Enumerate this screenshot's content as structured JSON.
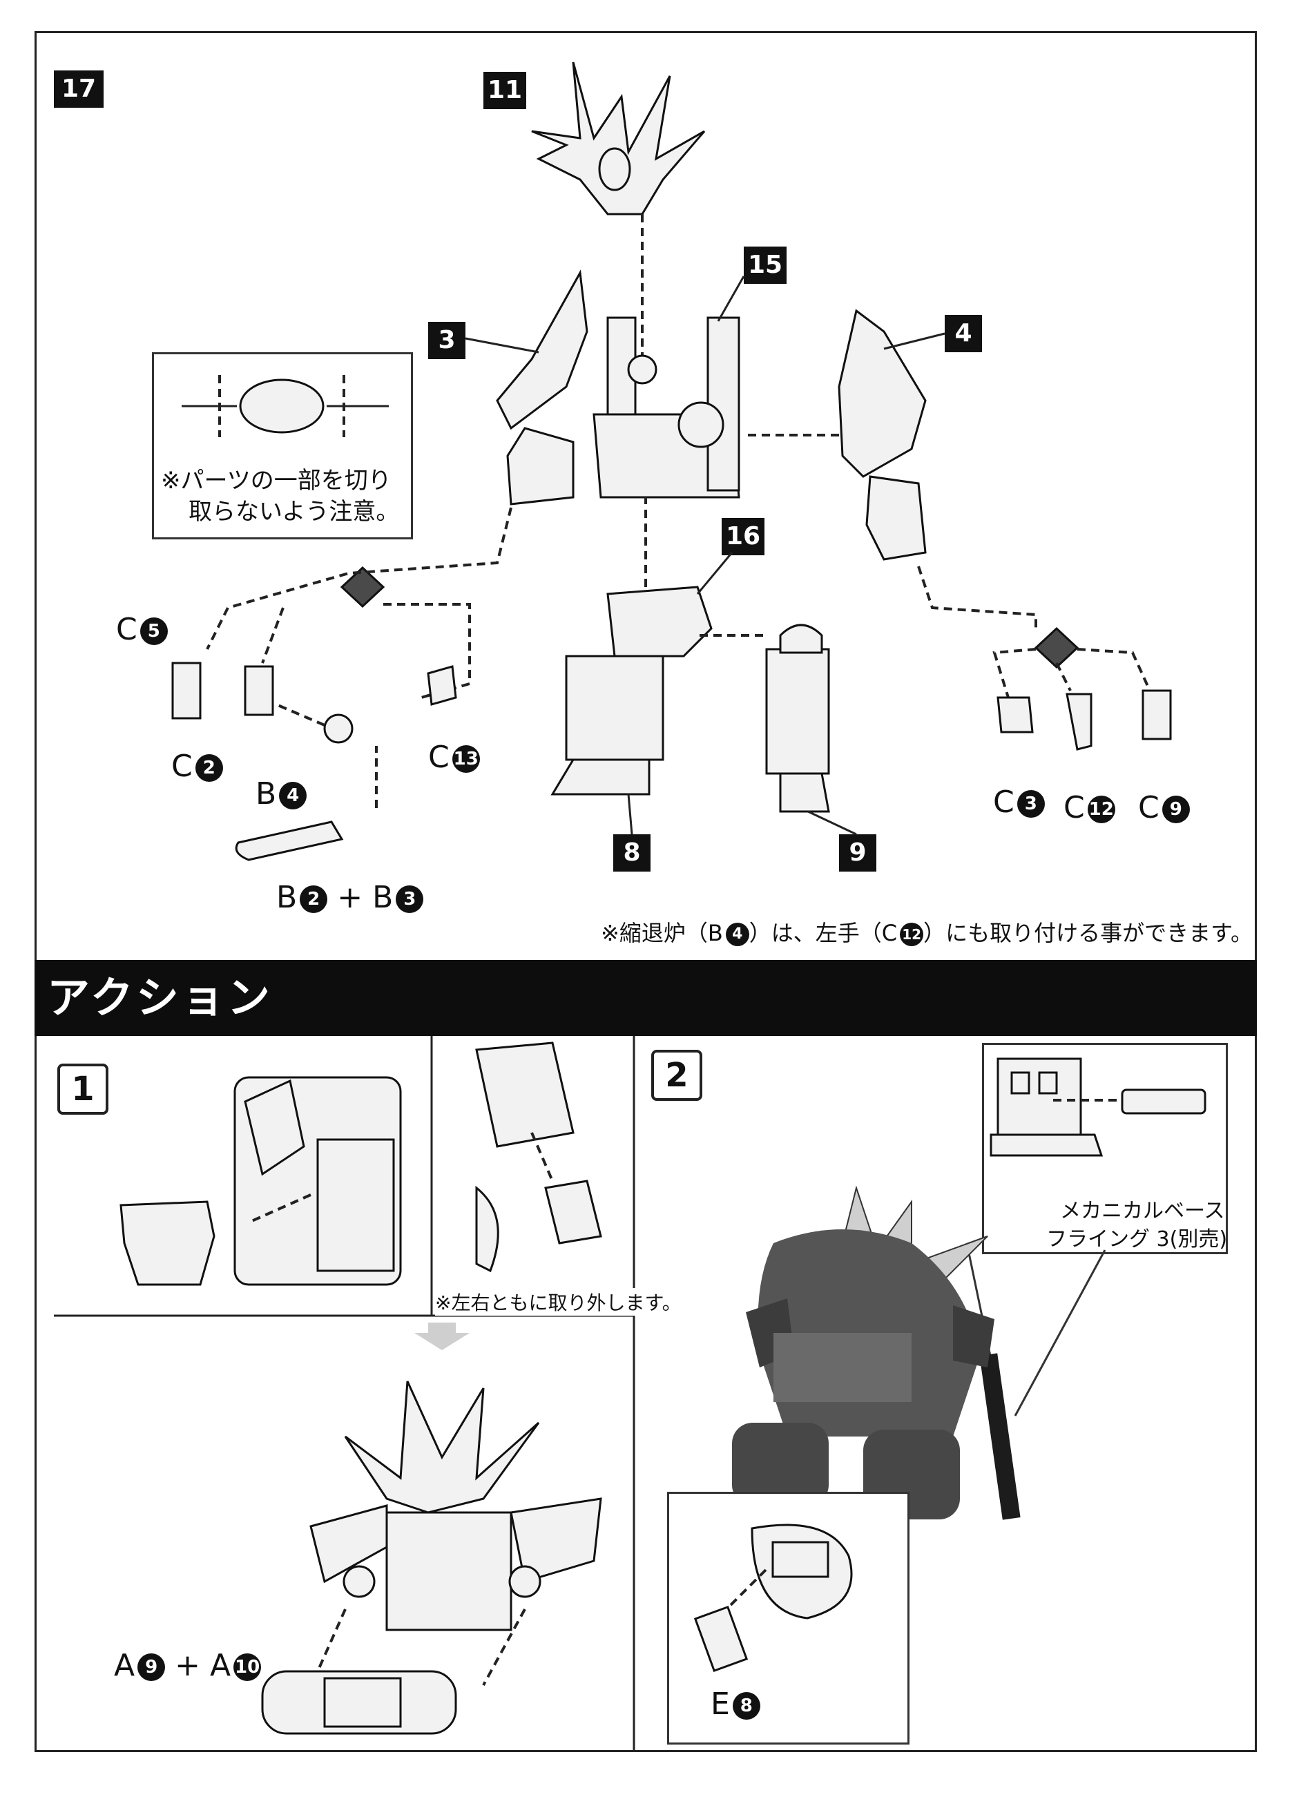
{
  "step17": {
    "number": "17",
    "parts": {
      "p11": "11",
      "p15": "15",
      "p3": "3",
      "p4": "4",
      "p16": "16",
      "p8": "8",
      "p9": "9"
    },
    "caution_line1": "※パーツの一部を切り",
    "caution_line2": "取らないよう注意。",
    "labels": {
      "c5_letter": "C",
      "c5_num": "5",
      "c2_letter": "C",
      "c2_num": "2",
      "b4_letter": "B",
      "b4_num": "4",
      "c13_letter": "C",
      "c13_num": "13",
      "b2b3_a": "B",
      "b2b3_a_num": "2",
      "plus": "+",
      "b2b3_b": "B",
      "b2b3_b_num": "3",
      "c3_letter": "C",
      "c3_num": "3",
      "c12_letter": "C",
      "c12_num": "12",
      "c9_letter": "C",
      "c9_num": "9"
    },
    "footnote_a": "※縮退炉（B",
    "footnote_num1": "4",
    "footnote_b": "）は、左手（C",
    "footnote_num2": "12",
    "footnote_c": "）にも取り付ける事ができます。"
  },
  "section": {
    "title": "アクション"
  },
  "action1": {
    "number": "1",
    "note": "※左右ともに取り外します。",
    "a9_letter": "A",
    "a9_num": "9",
    "plus": "+",
    "a10_letter": "A",
    "a10_num": "10"
  },
  "action2": {
    "number": "2",
    "base_line1": "メカニカルベース",
    "base_line2": "フライング 3(別売)",
    "e8_letter": "E",
    "e8_num": "8"
  }
}
